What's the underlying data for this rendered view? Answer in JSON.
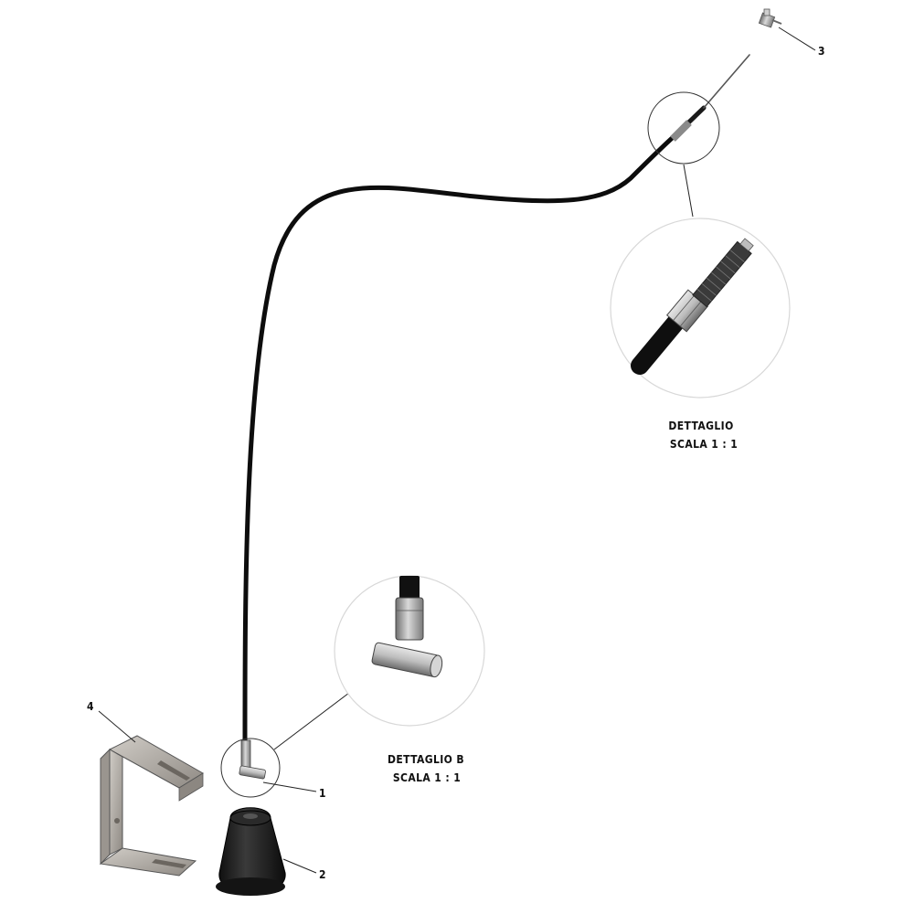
{
  "labels": {
    "part1": "1",
    "part2": "2",
    "part3": "3",
    "part4": "4"
  },
  "detail_top": {
    "line1": "DETTAGLIO",
    "line2": "SCALA 1 : 1"
  },
  "detail_b": {
    "line1": "DETTAGLIO B",
    "line2": "SCALA 1 : 1"
  }
}
